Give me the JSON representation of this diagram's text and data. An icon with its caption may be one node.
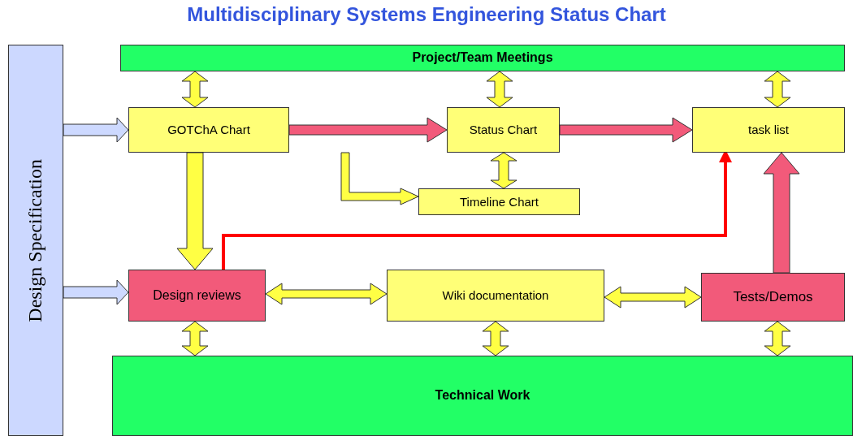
{
  "diagram": {
    "title": "Multidisciplinary Systems Engineering Status Chart",
    "nodes": [
      {
        "text": [
          "Design Specification"
        ]
      },
      {
        "text": [
          "Project/Team Meetings"
        ]
      },
      {
        "text": [
          "GOTChA Chart"
        ]
      },
      {
        "text": [
          "Status Chart"
        ]
      },
      {
        "text": [
          "task list"
        ]
      },
      {
        "text": [
          "Timeline Chart"
        ]
      },
      {
        "text": [
          "Design reviews"
        ]
      },
      {
        "text": [
          "Wiki documentation"
        ]
      },
      {
        "text": [
          "Tests/Demos"
        ]
      },
      {
        "text": [
          "Technical Work"
        ]
      }
    ],
    "edges": [
      {
        "from": 1,
        "to": 2,
        "arrow": "both",
        "style": "thick"
      },
      {
        "from": 1,
        "to": 3,
        "arrow": "both",
        "style": "thick"
      },
      {
        "from": 1,
        "to": 4,
        "arrow": "both",
        "style": "thick"
      },
      {
        "from": 0,
        "to": 2,
        "arrow": "to",
        "style": "thick",
        "color": "#cdd9ff"
      },
      {
        "from": 0,
        "to": 6,
        "arrow": "to",
        "style": "thick",
        "color": "#cdd9ff"
      },
      {
        "from": 2,
        "to": 3,
        "arrow": "to",
        "style": "thick",
        "color": "#f25a7a"
      },
      {
        "from": 3,
        "to": 4,
        "arrow": "to",
        "style": "thick",
        "color": "#f25a7a"
      },
      {
        "from": 2,
        "to": 5,
        "arrow": "to",
        "style": "thick"
      },
      {
        "from": 3,
        "to": 5,
        "arrow": "both",
        "style": "thick"
      },
      {
        "from": 2,
        "to": 6,
        "arrow": "to",
        "style": "thick"
      },
      {
        "from": 6,
        "to": 4,
        "arrow": "to",
        "color": "#ff0000"
      },
      {
        "from": 6,
        "to": 7,
        "arrow": "both",
        "style": "thick"
      },
      {
        "from": 7,
        "to": 8,
        "arrow": "both",
        "style": "thick"
      },
      {
        "from": 8,
        "to": 4,
        "arrow": "to",
        "style": "thick",
        "color": "#f25a7a"
      },
      {
        "from": 6,
        "to": 9,
        "arrow": "both",
        "style": "thick"
      },
      {
        "from": 7,
        "to": 9,
        "arrow": "both",
        "style": "thick"
      },
      {
        "from": 8,
        "to": 9,
        "arrow": "both",
        "style": "thick"
      }
    ]
  }
}
